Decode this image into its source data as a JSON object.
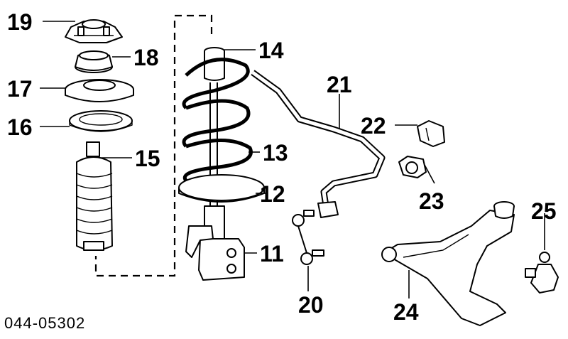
{
  "callouts": {
    "c11": "11",
    "c12": "12",
    "c13": "13",
    "c14": "14",
    "c15": "15",
    "c16": "16",
    "c17": "17",
    "c18": "18",
    "c19": "19",
    "c20": "20",
    "c21": "21",
    "c22": "22",
    "c23": "23",
    "c24": "24",
    "c25": "25"
  },
  "diagram_code": "044-05302",
  "colors": {
    "line": "#000000",
    "background": "#ffffff"
  }
}
